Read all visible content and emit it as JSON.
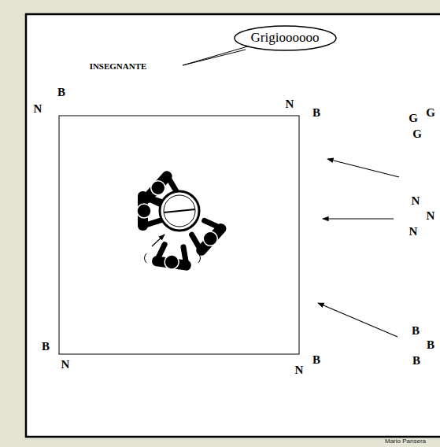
{
  "diagram": {
    "nodes": [
      {
        "text": [
          "Grigioooooo"
        ]
      }
    ],
    "labels": [
      "INSEGNANTE",
      "B",
      "N",
      "N",
      "B",
      "G",
      "G",
      "G",
      "N",
      "N",
      "N",
      "B",
      "B",
      "B",
      "B",
      "N",
      "N",
      "B",
      "Mario Pansera"
    ]
  }
}
